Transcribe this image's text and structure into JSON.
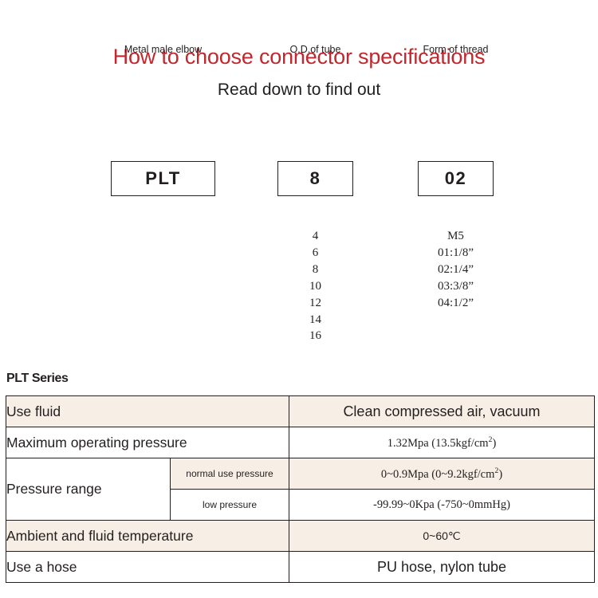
{
  "header": {
    "title": "How to choose connector specifications",
    "subtitle": "Read down to find out",
    "title_color": "#c1272d"
  },
  "part_code": {
    "segments": [
      {
        "code": "PLT",
        "caption": "Metal male elbow"
      },
      {
        "code": "8",
        "caption": "O.D.of tube"
      },
      {
        "code": "02",
        "caption": "Form of thread"
      }
    ],
    "tube_sizes": [
      "4",
      "6",
      "8",
      "10",
      "12",
      "14",
      "16"
    ],
    "thread_forms": [
      "M5",
      "01:1/8”",
      "02:1/4”",
      "03:3/8”",
      "04:1/2”"
    ]
  },
  "spec": {
    "series_label": "PLT Series",
    "row_beige_color": "#f7efe5",
    "rows": [
      {
        "label": "Use fluid",
        "value_plain": "Clean compressed air, vacuum"
      },
      {
        "label": "Maximum operating pressure",
        "value_pre": "1.32Mpa  (13.5kgf/cm",
        "value_sup": "2",
        "value_post": ")"
      },
      {
        "label": "Pressure range",
        "sub_rows": [
          {
            "sub_label": "normal use pressure",
            "value_pre": "0~0.9Mpa  (0~9.2kgf/cm",
            "value_sup": "2",
            "value_post": ")"
          },
          {
            "sub_label": "low pressure",
            "value_plain": "-99.99~0Kpa  (-750~0mmHg)"
          }
        ]
      },
      {
        "label": "Ambient and fluid temperature",
        "value_plain": "0~60℃"
      },
      {
        "label": "Use a hose",
        "value_plain": "PU hose, nylon tube"
      }
    ]
  }
}
